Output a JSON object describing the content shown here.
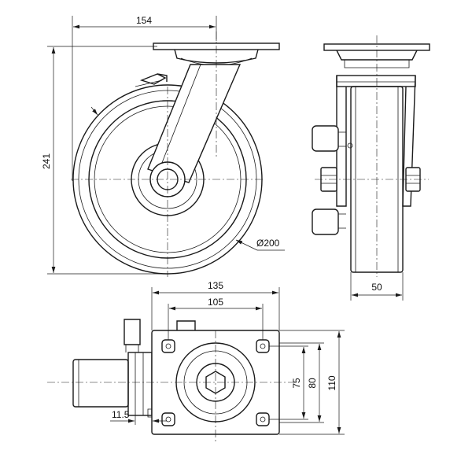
{
  "dimensions": {
    "overall_width": "154",
    "overall_height": "241",
    "wheel_diameter": "Ø200",
    "wheel_width": "50",
    "plate_length": "135",
    "hole_spacing_length": "105",
    "hole_spacing_width": "75",
    "plate_width_inner": "80",
    "plate_width": "110",
    "brake_offset": "11.5"
  },
  "colors": {
    "line": "#1a1a1a",
    "background": "#ffffff"
  }
}
